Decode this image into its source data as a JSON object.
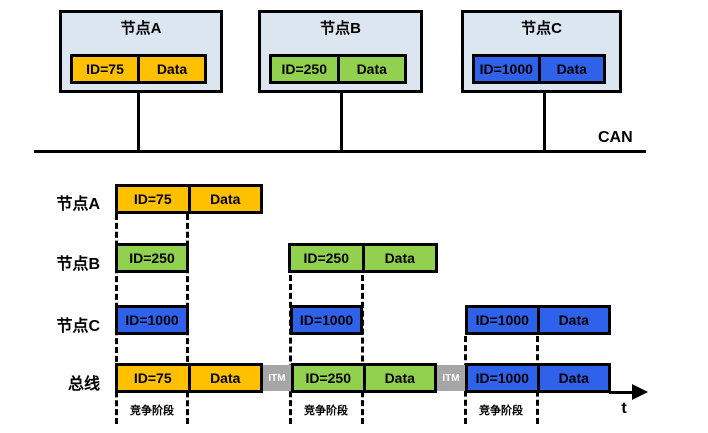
{
  "top": {
    "node_a": {
      "title": "节点A",
      "id": "ID=75",
      "data": "Data"
    },
    "node_b": {
      "title": "节点B",
      "id": "ID=250",
      "data": "Data"
    },
    "node_c": {
      "title": "节点C",
      "id": "ID=1000",
      "data": "Data"
    },
    "bus_label": "CAN"
  },
  "timeline": {
    "row_labels": {
      "a": "节点A",
      "b": "节点B",
      "c": "节点C",
      "bus": "总线"
    },
    "frames": {
      "a1": {
        "id": "ID=75",
        "data": "Data"
      },
      "b1": {
        "id": "ID=250"
      },
      "b2": {
        "id": "ID=250",
        "data": "Data"
      },
      "c1": {
        "id": "ID=1000"
      },
      "c2": {
        "id": "ID=1000"
      },
      "c3": {
        "id": "ID=1000",
        "data": "Data"
      },
      "bus1": {
        "id": "ID=75",
        "data": "Data"
      },
      "bus2": {
        "id": "ID=250",
        "data": "Data"
      },
      "bus3": {
        "id": "ID=1000",
        "data": "Data"
      }
    },
    "itm_labels": {
      "first": "ITM",
      "second": "ITM"
    },
    "phase_labels": [
      "竞争阶段",
      "竞争阶段",
      "竞争阶段"
    ],
    "axis_label": "t"
  },
  "colors": {
    "node_a_fill": "#ffc000",
    "node_b_fill": "#92d050",
    "node_c_fill": "#2f62e8",
    "itm_fill": "#a6a6a6",
    "node_box_fill": "#dce6f1"
  }
}
